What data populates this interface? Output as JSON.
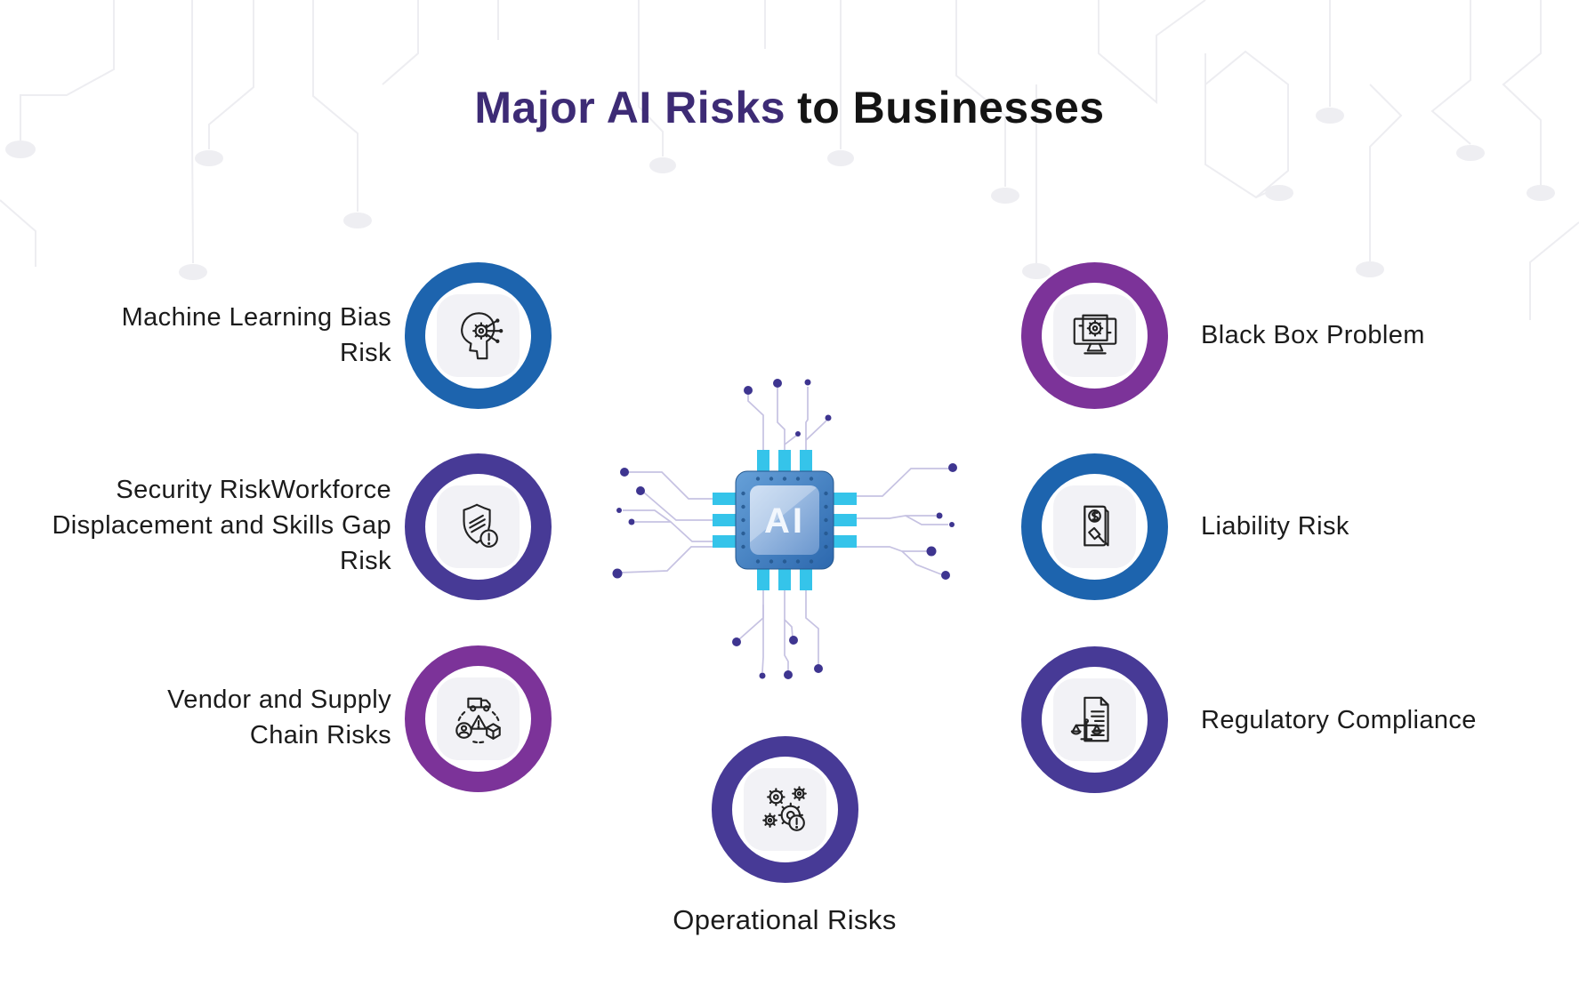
{
  "title": {
    "highlight": "Major AI Risks",
    "rest": "to Businesses"
  },
  "center": {
    "chip_label": "AI"
  },
  "items": {
    "left": [
      {
        "label": "Machine Learning Bias Risk",
        "ring": "#1D64AE",
        "icon": "machine-learning-bias"
      },
      {
        "label": "Security RiskWorkforce Displacement and Skills Gap Risk",
        "ring": "#473A96",
        "icon": "security-shield-alert"
      },
      {
        "label": "Vendor and Supply Chain Risks",
        "ring": "#7C3399",
        "icon": "vendor-supply-chain"
      }
    ],
    "right": [
      {
        "label": "Black Box Problem",
        "ring": "#7C3399",
        "icon": "black-box-monitor"
      },
      {
        "label": "Liability Risk",
        "ring": "#1D64AE",
        "icon": "liability-gavel-book"
      },
      {
        "label": "Regulatory Compliance",
        "ring": "#473A96",
        "icon": "regulatory-document-scales"
      }
    ],
    "bottom": [
      {
        "label": "Operational Risks",
        "ring": "#473A96",
        "icon": "operational-gears-alert"
      }
    ]
  },
  "colors": {
    "ring_blue": "#1D64AE",
    "ring_indigo": "#473A96",
    "ring_purple": "#7C3399",
    "title_highlight": "#3D2B75",
    "title_rest": "#141414",
    "label_text": "#1B1B1B",
    "chip_pin": "#35C4EA",
    "chip_body_gradient": [
      "#66A0D8",
      "#2C68AE"
    ],
    "chip_inner_gradient": [
      "#BDD4F0",
      "#6B97CE"
    ],
    "trace_line": "#C6C2E2",
    "trace_dot": "#3E3590",
    "background_trace": "#EDEDF1"
  }
}
